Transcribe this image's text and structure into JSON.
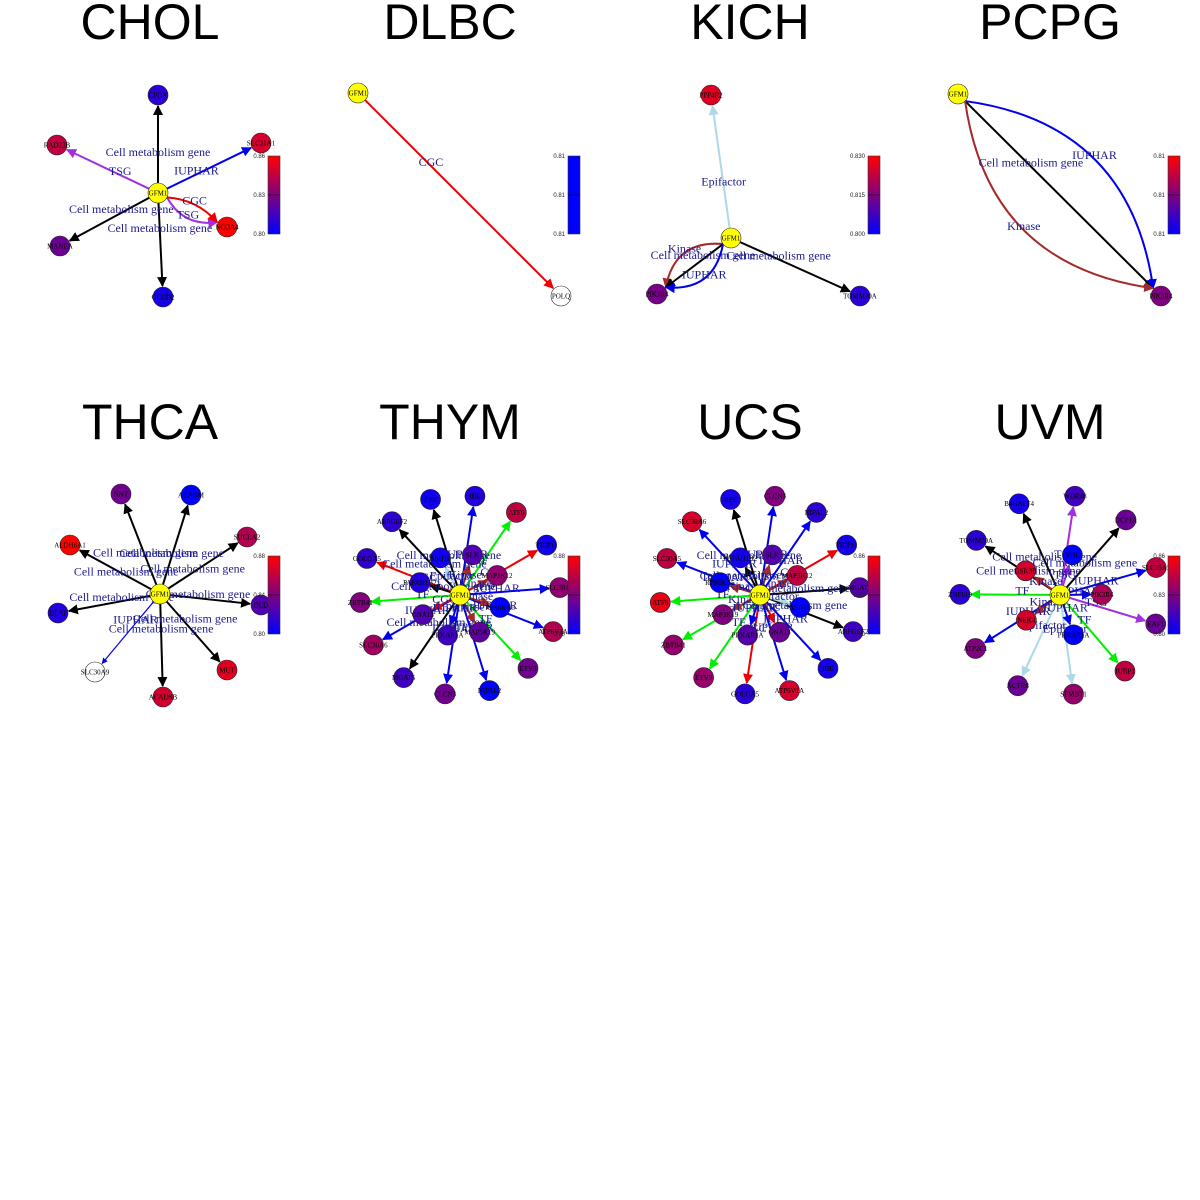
{
  "figure": {
    "center_gene": "GFM1",
    "edge_colors": {
      "Cell metabolism gene": "#000000",
      "TSG": "#a030e0",
      "IUPHAR": "#0000ee",
      "CGC": "#ee0000",
      "Kinase": "#a52a2a",
      "Epifactor": "#add8e6",
      "TF": "#00ee00"
    },
    "center_color": "#ffff00",
    "colorbar_low": "#0000ff",
    "colorbar_high": "#ff0000"
  },
  "chart_data": [
    {
      "type": "network",
      "title": "CHOL",
      "layout": "star",
      "colorbar": {
        "ticks": [
          "0.80",
          "0.83",
          "0.86"
        ],
        "min": 0.8,
        "max": 0.86
      },
      "nodes": [
        {
          "name": "CPOX",
          "value": 0.81
        },
        {
          "name": "SLC31A1",
          "value": 0.85
        },
        {
          "name": "NCOA4",
          "value": 0.86
        },
        {
          "name": "GLUD2",
          "value": 0.805
        },
        {
          "name": "MANEA",
          "value": 0.825
        },
        {
          "name": "RAD23B",
          "value": 0.845
        }
      ],
      "edges": [
        {
          "target": "CPOX",
          "type": "Cell metabolism gene",
          "label": "Cell metabolism gene"
        },
        {
          "target": "SLC31A1",
          "type": "IUPHAR",
          "label": "IUPHAR"
        },
        {
          "target": "NCOA4",
          "type": "TSG",
          "label": "TSG",
          "curve": 0.25
        },
        {
          "target": "NCOA4",
          "type": "CGC",
          "label": "CGC",
          "curve": -0.15
        },
        {
          "target": "GLUD2",
          "type": "Cell metabolism gene",
          "label": "Cell metabolism gene"
        },
        {
          "target": "MANEA",
          "type": "Cell metabolism gene",
          "label": "Cell metabolism gene"
        },
        {
          "target": "RAD23B",
          "type": "TSG",
          "label": "TSG"
        }
      ]
    },
    {
      "type": "network",
      "title": "DLBC",
      "layout": "diagonal",
      "colorbar": {
        "ticks": [
          "0.81",
          "0.81",
          "0.81"
        ],
        "min": 0.81,
        "max": 0.81,
        "single": true
      },
      "nodes": [
        {
          "name": "POLQ",
          "value": null
        }
      ],
      "edges": [
        {
          "target": "POLQ",
          "type": "CGC",
          "label": "CGC"
        }
      ]
    },
    {
      "type": "network",
      "title": "KICH",
      "layout": "custom3",
      "colorbar": {
        "ticks": [
          "0.800",
          "0.815",
          "0.830"
        ],
        "min": 0.8,
        "max": 0.83
      },
      "nodes": [
        {
          "name": "PPP4R2",
          "value": 0.826
        },
        {
          "name": "PIK3R4",
          "value": 0.814
        },
        {
          "name": "TOMM70A",
          "value": 0.805
        }
      ],
      "edges": [
        {
          "target": "PPP4R2",
          "type": "Epifactor",
          "label": "Epifactor"
        },
        {
          "target": "PIK3R4",
          "type": "Kinase",
          "label": "Kinase",
          "curve": 0.35
        },
        {
          "target": "PIK3R4",
          "type": "Cell metabolism gene",
          "label": "Cell metabolism gene"
        },
        {
          "target": "PIK3R4",
          "type": "IUPHAR",
          "label": "IUPHAR",
          "curve": -0.35
        },
        {
          "target": "TOMM70A",
          "type": "Cell metabolism gene",
          "label": "Cell metabolism gene"
        }
      ]
    },
    {
      "type": "network",
      "title": "PCPG",
      "layout": "diagonal",
      "colorbar": {
        "ticks": [
          "0.81",
          "0.81",
          "0.81"
        ],
        "min": 0.8,
        "max": 0.82
      },
      "nodes": [
        {
          "name": "PIK3R4",
          "value": 0.81
        }
      ],
      "edges": [
        {
          "target": "PIK3R4",
          "type": "Cell metabolism gene",
          "label": "Cell metabolism gene"
        },
        {
          "target": "PIK3R4",
          "type": "IUPHAR",
          "label": "IUPHAR",
          "curve": -0.35
        },
        {
          "target": "PIK3R4",
          "type": "Kinase",
          "label": "Kinase",
          "curve": 0.35
        }
      ]
    },
    {
      "type": "network",
      "title": "THCA",
      "layout": "star",
      "colorbar": {
        "ticks": [
          "0.80",
          "0.84",
          "0.88"
        ],
        "min": 0.8,
        "max": 0.88
      },
      "nodes": [
        {
          "name": "ACADM",
          "value": 0.8
        },
        {
          "name": "SUCLA2",
          "value": 0.855
        },
        {
          "name": "DLD",
          "value": 0.825
        },
        {
          "name": "MUT",
          "value": 0.87
        },
        {
          "name": "ACADSB",
          "value": 0.865
        },
        {
          "name": "SLC30A9",
          "value": null
        },
        {
          "name": "DLAT",
          "value": 0.81
        },
        {
          "name": "ALDH6A1",
          "value": 0.88
        },
        {
          "name": "NNT",
          "value": 0.835
        }
      ],
      "edges": [
        {
          "target": "ACADM",
          "type": "Cell metabolism gene",
          "label": "Cell metabolism gene"
        },
        {
          "target": "SUCLA2",
          "type": "Cell metabolism gene",
          "label": "Cell metabolism gene"
        },
        {
          "target": "DLD",
          "type": "Cell metabolism gene",
          "label": "Cell metabolism gene"
        },
        {
          "target": "MUT",
          "type": "Cell metabolism gene",
          "label": "Cell metabolism gene"
        },
        {
          "target": "ACADSB",
          "type": "Cell metabolism gene",
          "label": "Cell metabolism gene"
        },
        {
          "target": "SLC30A9",
          "type": "IUPHAR",
          "label": "IUPHAR"
        },
        {
          "target": "DLAT",
          "type": "Cell metabolism gene",
          "label": "Cell metabolism gene"
        },
        {
          "target": "ALDH6A1",
          "type": "Cell metabolism gene",
          "label": "Cell metabolism gene"
        },
        {
          "target": "NNT",
          "type": "Cell metabolism gene",
          "label": "Cell metabolism gene"
        }
      ]
    },
    {
      "type": "network",
      "title": "THYM",
      "layout": "star2",
      "colorbar": {
        "ticks": [
          "0.80",
          "",
          "0.88"
        ],
        "min": 0.8,
        "max": 0.88
      },
      "nodes": [
        {
          "name": "IDE",
          "value": 0.81,
          "ring": 1
        },
        {
          "name": "ATF6",
          "value": 0.86,
          "ring": 1
        },
        {
          "name": "TRIP11",
          "value": 0.805,
          "ring": 1
        },
        {
          "name": "SLC30A5",
          "value": 0.845,
          "ring": 1
        },
        {
          "name": "ATP6V1A",
          "value": 0.855,
          "ring": 1
        },
        {
          "name": "ETV3",
          "value": 0.835,
          "ring": 1
        },
        {
          "name": "NIPAL2",
          "value": 0.8,
          "ring": 1
        },
        {
          "name": "CLCN3",
          "value": 0.835,
          "ring": 1
        },
        {
          "name": "MGAT5",
          "value": 0.82,
          "ring": 1
        },
        {
          "name": "SLC30A6",
          "value": 0.85,
          "ring": 1
        },
        {
          "name": "ZBTB41",
          "value": 0.84,
          "ring": 1
        },
        {
          "name": "GOLGA5",
          "value": 0.815,
          "ring": 1
        },
        {
          "name": "ARFGEF2",
          "value": 0.815,
          "ring": 1
        },
        {
          "name": "RPE",
          "value": 0.805,
          "ring": 1
        },
        {
          "name": "SLK",
          "value": 0.825,
          "ring": 0
        },
        {
          "name": "MAP3K12",
          "value": 0.845,
          "ring": 0
        },
        {
          "name": "RPS6KA5",
          "value": 0.8,
          "ring": 0
        },
        {
          "name": "MAP3K19",
          "value": 0.83,
          "ring": 0
        },
        {
          "name": "PRKAR1A",
          "value": 0.82,
          "ring": 0
        },
        {
          "name": "GNA13",
          "value": 0.825,
          "ring": 0
        },
        {
          "name": "PAFAH1B2",
          "value": 0.81,
          "ring": 0
        },
        {
          "name": "ASH1L",
          "value": 0.805,
          "ring": 0
        }
      ],
      "edges": [
        {
          "target": "IDE",
          "type": "IUPHAR",
          "label": "IUPHAR"
        },
        {
          "target": "ATF6",
          "type": "TF",
          "label": "TF"
        },
        {
          "target": "TRIP11",
          "type": "CGC",
          "label": "CGC"
        },
        {
          "target": "SLC30A5",
          "type": "IUPHAR",
          "label": "IUPHAR"
        },
        {
          "target": "ATP6V1A",
          "type": "IUPHAR",
          "label": "IUPHAR"
        },
        {
          "target": "ETV3",
          "type": "TF",
          "label": "TF"
        },
        {
          "target": "NIPAL2",
          "type": "IUPHAR",
          "label": "IUPHAR"
        },
        {
          "target": "CLCN3",
          "type": "IUPHAR",
          "label": "IUPHAR"
        },
        {
          "target": "MGAT5",
          "type": "Cell metabolism gene",
          "label": "Cell metabolism gene"
        },
        {
          "target": "SLC30A6",
          "type": "IUPHAR",
          "label": "IUPHAR"
        },
        {
          "target": "ZBTB41",
          "type": "TF",
          "label": "TF"
        },
        {
          "target": "GOLGA5",
          "type": "CGC",
          "label": "CGC"
        },
        {
          "target": "ARFGEF2",
          "type": "Cell metabolism gene",
          "label": "Cell metabolism gene"
        },
        {
          "target": "RPE",
          "type": "Cell metabolism gene",
          "label": "Cell metabolism gene"
        },
        {
          "target": "SLK",
          "type": "Kinase",
          "label": "Kinase"
        },
        {
          "target": "MAP3K12",
          "type": "Kinase",
          "label": "Kinase"
        },
        {
          "target": "RPS6KA5",
          "type": "Kinase",
          "label": "Kinase"
        },
        {
          "target": "MAP3K19",
          "type": "Kinase",
          "label": "Kinase"
        },
        {
          "target": "PRKAR1A",
          "type": "IUPHAR",
          "label": "IUPHAR"
        },
        {
          "target": "GNA13",
          "type": "CGC",
          "label": "CGC"
        },
        {
          "target": "PAFAH1B2",
          "type": "Cell metabolism gene",
          "label": "Cell metabolism gene"
        },
        {
          "target": "ASH1L",
          "type": "Epifactor",
          "label": "Epifactor"
        }
      ]
    },
    {
      "type": "network",
      "title": "UCS",
      "layout": "star2",
      "colorbar": {
        "ticks": [
          "0.80",
          "0.83",
          "0.86"
        ],
        "min": 0.8,
        "max": 0.86
      },
      "nodes": [
        {
          "name": "CLCN3",
          "value": 0.83,
          "ring": 1
        },
        {
          "name": "NIPAL2",
          "value": 0.81,
          "ring": 1
        },
        {
          "name": "TRIP11",
          "value": 0.805,
          "ring": 1
        },
        {
          "name": "MGAT5",
          "value": 0.82,
          "ring": 1
        },
        {
          "name": "ARFGEF2",
          "value": 0.815,
          "ring": 1
        },
        {
          "name": "IDE",
          "value": 0.805,
          "ring": 1
        },
        {
          "name": "ATP6V1A",
          "value": 0.85,
          "ring": 1
        },
        {
          "name": "GOLGA5",
          "value": 0.81,
          "ring": 1
        },
        {
          "name": "ETV3",
          "value": 0.835,
          "ring": 1
        },
        {
          "name": "ZBTB41",
          "value": 0.835,
          "ring": 1
        },
        {
          "name": "ATF6",
          "value": 0.855,
          "ring": 1
        },
        {
          "name": "SLC30A5",
          "value": 0.845,
          "ring": 1
        },
        {
          "name": "SLC30A6",
          "value": 0.85,
          "ring": 1
        },
        {
          "name": "RPE",
          "value": 0.805,
          "ring": 1
        },
        {
          "name": "SLK",
          "value": 0.82,
          "ring": 0
        },
        {
          "name": "MAP3K12",
          "value": 0.845,
          "ring": 0
        },
        {
          "name": "ASH1L",
          "value": 0.8,
          "ring": 0
        },
        {
          "name": "GNA13",
          "value": 0.825,
          "ring": 0
        },
        {
          "name": "PRKAR1A",
          "value": 0.82,
          "ring": 0
        },
        {
          "name": "MAP3K19",
          "value": 0.83,
          "ring": 0
        },
        {
          "name": "RPS6KA5",
          "value": 0.8,
          "ring": 0
        },
        {
          "name": "PAFAH1B2",
          "value": 0.805,
          "ring": 0
        }
      ],
      "edges": [
        {
          "target": "CLCN3",
          "type": "IUPHAR",
          "label": "IUPHAR"
        },
        {
          "target": "NIPAL2",
          "type": "IUPHAR",
          "label": "IUPHAR"
        },
        {
          "target": "TRIP11",
          "type": "CGC",
          "label": "CGC"
        },
        {
          "target": "MGAT5",
          "type": "Cell metabolism gene",
          "label": "Cell metabolism gene"
        },
        {
          "target": "ARFGEF2",
          "type": "Cell metabolism gene",
          "label": "Cell metabolism gene"
        },
        {
          "target": "IDE",
          "type": "IUPHAR",
          "label": "IUPHAR"
        },
        {
          "target": "ATP6V1A",
          "type": "IUPHAR",
          "label": "IUPHAR"
        },
        {
          "target": "GOLGA5",
          "type": "CGC",
          "label": "CGC"
        },
        {
          "target": "ETV3",
          "type": "TF",
          "label": "TF"
        },
        {
          "target": "ZBTB41",
          "type": "TF",
          "label": "TF"
        },
        {
          "target": "ATF6",
          "type": "TF",
          "label": "TF"
        },
        {
          "target": "SLC30A5",
          "type": "IUPHAR",
          "label": "IUPHAR"
        },
        {
          "target": "SLC30A6",
          "type": "IUPHAR",
          "label": "IUPHAR"
        },
        {
          "target": "RPE",
          "type": "Cell metabolism gene",
          "label": "Cell metabolism gene"
        },
        {
          "target": "SLK",
          "type": "Kinase",
          "label": "Kinase"
        },
        {
          "target": "MAP3K12",
          "type": "Kinase",
          "label": "Kinase"
        },
        {
          "target": "ASH1L",
          "type": "Epifactor",
          "label": "Epifactor"
        },
        {
          "target": "GNA13",
          "type": "CGC",
          "label": "CGC"
        },
        {
          "target": "PRKAR1A",
          "type": "IUPHAR",
          "label": "IUPHAR"
        },
        {
          "target": "MAP3K19",
          "type": "Kinase",
          "label": "Kinase"
        },
        {
          "target": "RPS6KA5",
          "type": "Kinase",
          "label": "Kinase"
        },
        {
          "target": "PAFAH1B2",
          "type": "Cell metabolism gene",
          "label": "Cell metabolism gene"
        }
      ]
    },
    {
      "type": "network",
      "title": "UVM",
      "layout": "star2",
      "colorbar": {
        "ticks": [
          "0.80",
          "0.83",
          "0.86"
        ],
        "min": 0.8,
        "max": 0.86
      },
      "nodes": [
        {
          "name": "WDR48",
          "value": 0.815,
          "ring": 1
        },
        {
          "name": "DCP1A",
          "value": 0.825,
          "ring": 1
        },
        {
          "name": "SLC35A5",
          "value": 0.845,
          "ring": 1
        },
        {
          "name": "EAF1",
          "value": 0.825,
          "ring": 1
        },
        {
          "name": "JUBP1",
          "value": 0.845,
          "ring": 1
        },
        {
          "name": "SFMBT1",
          "value": 0.835,
          "ring": 1
        },
        {
          "name": "ACTR8",
          "value": 0.825,
          "ring": 1
        },
        {
          "name": "ATP2C1",
          "value": 0.83,
          "ring": 1
        },
        {
          "name": "ZNF619",
          "value": 0.81,
          "ring": 1
        },
        {
          "name": "TOMM70A",
          "value": 0.81,
          "ring": 1
        },
        {
          "name": "B4GALT4",
          "value": 0.805,
          "ring": 1
        },
        {
          "name": "VHL",
          "value": 0.8,
          "ring": 0
        },
        {
          "name": "PIK3R4",
          "value": 0.84,
          "ring": 0
        },
        {
          "name": "PRKAR1A",
          "value": 0.8,
          "ring": 0
        },
        {
          "name": "NEK4",
          "value": 0.85,
          "ring": 0
        },
        {
          "name": "GSK3B",
          "value": 0.85,
          "ring": 0
        }
      ],
      "edges": [
        {
          "target": "WDR48",
          "type": "TSG",
          "label": "TSG"
        },
        {
          "target": "DCP1A",
          "type": "Cell metabolism gene",
          "label": "Cell metabolism gene"
        },
        {
          "target": "SLC35A5",
          "type": "IUPHAR",
          "label": "IUPHAR"
        },
        {
          "target": "EAF1",
          "type": "TSG",
          "label": "TSG"
        },
        {
          "target": "JUBP1",
          "type": "TF",
          "label": "TF"
        },
        {
          "target": "SFMBT1",
          "type": "Epifactor",
          "label": "Epifactor"
        },
        {
          "target": "ACTR8",
          "type": "Epifactor",
          "label": "Epifactor"
        },
        {
          "target": "ATP2C1",
          "type": "IUPHAR",
          "label": "IUPHAR"
        },
        {
          "target": "ZNF619",
          "type": "TF",
          "label": "TF"
        },
        {
          "target": "TOMM70A",
          "type": "Cell metabolism gene",
          "label": "Cell metabolism gene"
        },
        {
          "target": "B4GALT4",
          "type": "Cell metabolism gene",
          "label": "Cell metabolism gene"
        },
        {
          "target": "VHL",
          "type": "TSG",
          "label": "TSG"
        },
        {
          "target": "PIK3R4",
          "type": "IUPHAR",
          "label": "IUPHAR"
        },
        {
          "target": "PRKAR1A",
          "type": "IUPHAR",
          "label": "IUPHAR"
        },
        {
          "target": "NEK4",
          "type": "Kinase",
          "label": "Kinase"
        },
        {
          "target": "GSK3B",
          "type": "Kinase",
          "label": "Kinase"
        }
      ]
    }
  ]
}
